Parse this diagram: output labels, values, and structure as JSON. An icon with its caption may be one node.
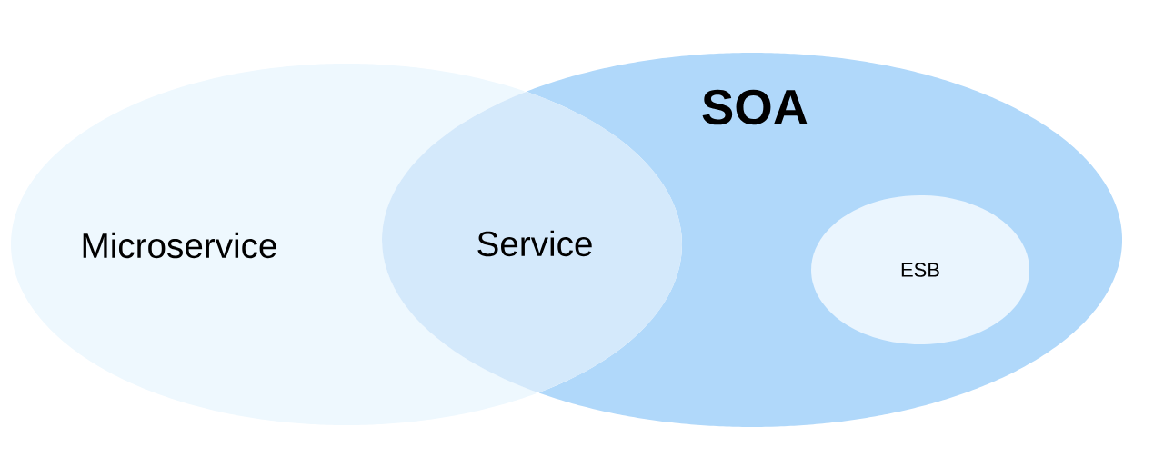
{
  "diagram": {
    "nodes": [
      {
        "text": [
          "Microservice"
        ]
      },
      {
        "text": [
          "SOA"
        ]
      },
      {
        "text": [
          "ESB"
        ],
        "in": 1
      }
    ],
    "labels": [
      "Service"
    ]
  }
}
